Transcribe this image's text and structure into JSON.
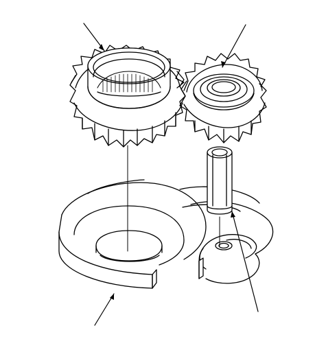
{
  "diagram": {
    "parts": [
      {
        "id": "large-gear",
        "label": ""
      },
      {
        "id": "small-gear",
        "label": ""
      },
      {
        "id": "pin",
        "label": ""
      },
      {
        "id": "large-spring",
        "label": ""
      },
      {
        "id": "small-spring",
        "label": ""
      }
    ],
    "callouts": [
      {
        "target": "large-gear",
        "label": ""
      },
      {
        "target": "small-gear",
        "label": ""
      },
      {
        "target": "large-spring",
        "label": ""
      },
      {
        "target": "pin",
        "label": ""
      }
    ],
    "stroke_color": "#000000",
    "background_color": "#ffffff"
  }
}
